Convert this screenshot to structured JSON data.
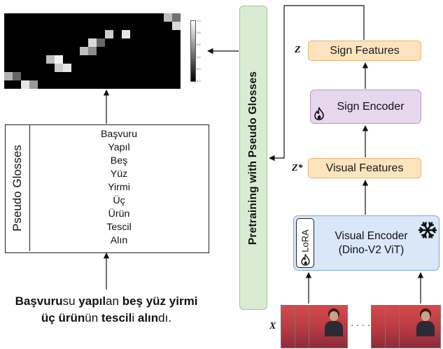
{
  "diagram": {
    "pretraining_label": "Pretraining with Pseudo Glosses",
    "pseudo_glosses_label": "Pseudo Glosses",
    "gloss_words": [
      "Başvuru",
      "Yapıl",
      "Beş",
      "Yüz",
      "Yirmi",
      "Üç",
      "Ürün",
      "Tescil",
      "Alın"
    ],
    "sentence_parts": [
      {
        "text": "Başvuru",
        "bold": true
      },
      {
        "text": "su ",
        "bold": false
      },
      {
        "text": "yapıl",
        "bold": true
      },
      {
        "text": "an ",
        "bold": false
      },
      {
        "text": "beş yüz",
        "bold": true
      },
      {
        "text": " ",
        "bold": false
      },
      {
        "text": "yirmi üç ürün",
        "bold": true
      },
      {
        "text": "ün ",
        "bold": false
      },
      {
        "text": "tescil",
        "bold": true
      },
      {
        "text": "i ",
        "bold": false
      },
      {
        "text": "alın",
        "bold": true
      },
      {
        "text": "dı.",
        "bold": false
      }
    ],
    "sign_features_label": "Sign Features",
    "sign_encoder_label": "Sign Encoder",
    "visual_features_label": "Visual Features",
    "visual_encoder_line1": "Visual Encoder",
    "visual_encoder_line2": "(Dino-V2 ViT)",
    "lora_label": "LoRA",
    "z_label": "Z",
    "z_star_label": "Z*",
    "x_label": "X",
    "ellipsis": "· · · ·",
    "colors": {
      "feature_fill": "#fde4bf",
      "sign_encoder_fill": "#e6d6ee",
      "visual_encoder_fill": "#d9e7f8",
      "pretraining_fill": "#d9ecd3"
    },
    "icons": [
      "flame-icon",
      "snowflake-icon"
    ]
  },
  "heatmap": {
    "rows": 9,
    "cols": 20,
    "cells": [
      {
        "row": 0,
        "col": 19,
        "value": 0.75
      },
      {
        "row": 0,
        "col": 20,
        "value": 0.45
      },
      {
        "row": 1,
        "col": 20,
        "value": 0.85
      },
      {
        "row": 2,
        "col": 12,
        "value": 0.8
      },
      {
        "row": 2,
        "col": 14,
        "value": 0.9
      },
      {
        "row": 3,
        "col": 10,
        "value": 0.85
      },
      {
        "row": 3,
        "col": 11,
        "value": 0.4
      },
      {
        "row": 4,
        "col": 9,
        "value": 0.75
      },
      {
        "row": 4,
        "col": 10,
        "value": 0.55
      },
      {
        "row": 5,
        "col": 5,
        "value": 0.75
      },
      {
        "row": 5,
        "col": 6,
        "value": 0.95
      },
      {
        "row": 6,
        "col": 6,
        "value": 0.8
      },
      {
        "row": 6,
        "col": 7,
        "value": 0.9
      },
      {
        "row": 7,
        "col": 0,
        "value": 0.7
      },
      {
        "row": 7,
        "col": 1,
        "value": 0.4
      },
      {
        "row": 8,
        "col": 2,
        "value": 0.9
      },
      {
        "row": 8,
        "col": 3,
        "value": 0.6
      }
    ],
    "colorbar_ticks": [
      "1.0",
      "0.8",
      "0.6",
      "0.4",
      "0.2",
      "0.0"
    ]
  }
}
